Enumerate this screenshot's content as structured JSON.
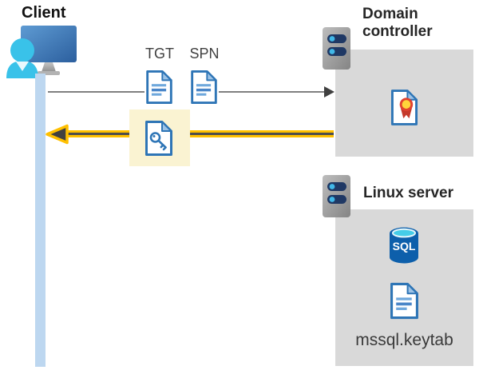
{
  "diagram": {
    "client": {
      "title": "Client"
    },
    "flow": {
      "tgt": "TGT",
      "spn": "SPN"
    },
    "domain_controller": {
      "title": "Domain controller"
    },
    "linux_server": {
      "title": "Linux server",
      "sql_badge": "SQL",
      "keytab_file": "mssql.keytab"
    },
    "colors": {
      "highlight_yellow_bg": "#FAF3D2",
      "arrow_yellow": "#FFC000",
      "arrow_gray": "#7F7F7F",
      "arrowhead_dark": "#404040",
      "panel_gray": "#D9D9D9",
      "lifeline_blue": "#BDD7F0",
      "doc_border_blue": "#2E75B6",
      "doc_line_blue": "#5B9BD5",
      "sql_db_blue": "#0D5FAB",
      "person_cyan": "#39C2E9",
      "server_slot_navy": "#1F3864",
      "server_led_cyan": "#41B8E8",
      "cert_seal_yellow": "#FFD43B",
      "cert_ribbon_red": "#C5392B",
      "text_dark": "#262626"
    }
  }
}
